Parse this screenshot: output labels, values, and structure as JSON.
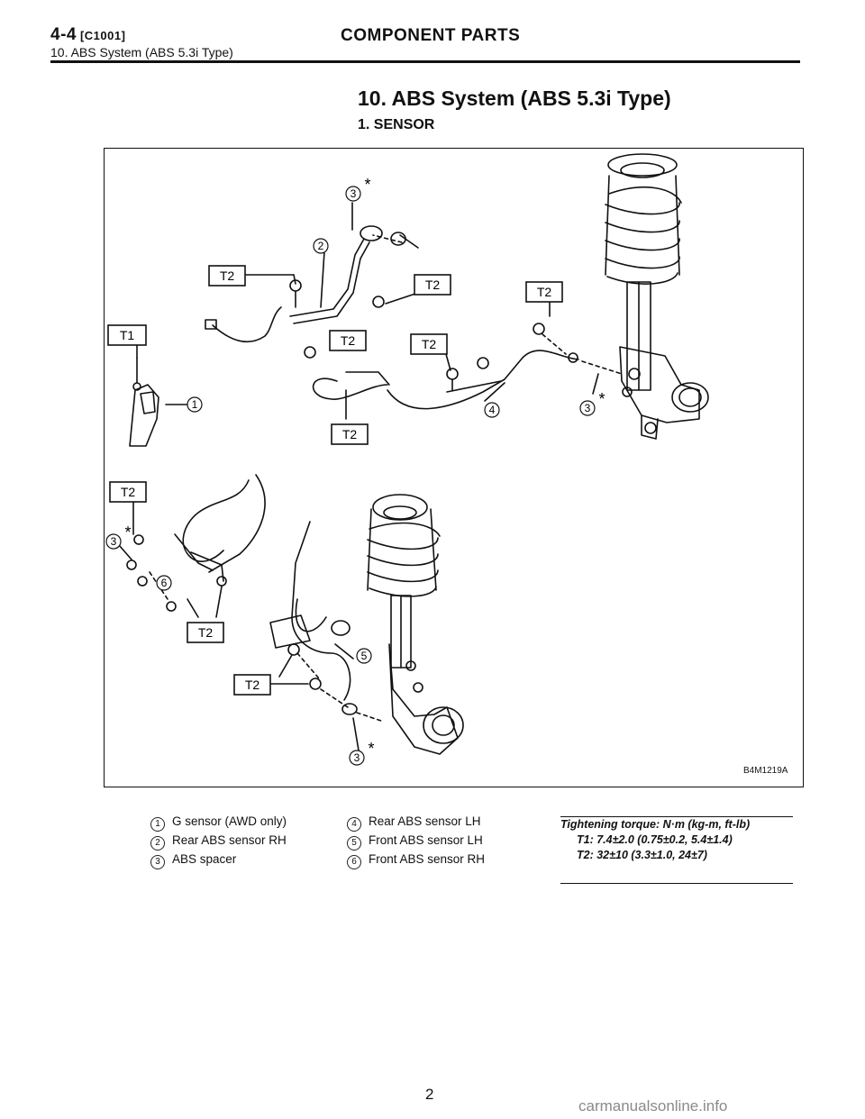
{
  "header": {
    "section": "4-4",
    "code": "[C1001]",
    "subtitle": "10. ABS System (ABS 5.3i Type)",
    "title": "COMPONENT PARTS"
  },
  "section_title": "10. ABS System (ABS 5.3i Type)",
  "sub_title": "1. SENSOR",
  "figure": {
    "code": "B4M1219A",
    "torque_tags": [
      "T1",
      "T2"
    ],
    "callouts": [
      "1",
      "2",
      "3",
      "4",
      "5",
      "6"
    ],
    "asterisk": "*"
  },
  "legend": {
    "col1": [
      {
        "num": "1",
        "label": "G sensor (AWD only)"
      },
      {
        "num": "2",
        "label": "Rear ABS sensor RH"
      },
      {
        "num": "3",
        "label": "ABS spacer"
      }
    ],
    "col2": [
      {
        "num": "4",
        "label": "Rear ABS sensor LH"
      },
      {
        "num": "5",
        "label": "Front ABS sensor LH"
      },
      {
        "num": "6",
        "label": "Front ABS sensor RH"
      }
    ]
  },
  "torque": {
    "heading": "Tightening torque: N·m (kg-m, ft-lb)",
    "t1": "T1: 7.4±2.0 (0.75±0.2, 5.4±1.4)",
    "t2": "T2: 32±10 (3.3±1.0, 24±7)"
  },
  "page_number": "2",
  "watermark": "carmanualsonline.info"
}
